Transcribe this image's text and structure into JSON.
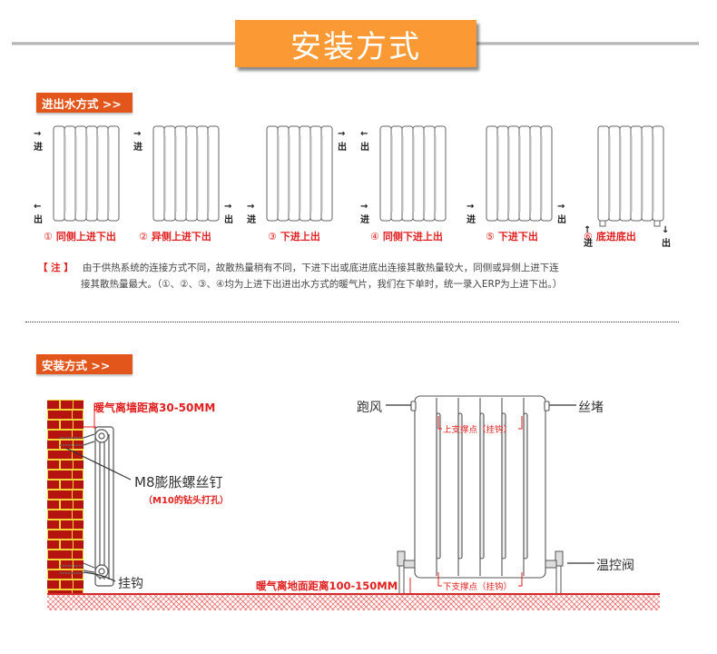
{
  "header": {
    "title": "安装方式"
  },
  "section_flow": {
    "label": "进出水方式 >>",
    "diagrams": [
      {
        "num": "①",
        "caption": "同侧上进下出",
        "in": "进",
        "out": "出",
        "in_pos": "top-left",
        "out_pos": "bottom-left"
      },
      {
        "num": "②",
        "caption": "异侧上进下出",
        "in": "进",
        "out": "出",
        "in_pos": "top-left",
        "out_pos": "bottom-right"
      },
      {
        "num": "③",
        "caption": "下进上出",
        "in": "进",
        "out": "出",
        "in_pos": "bottom-left",
        "out_pos": "top-right"
      },
      {
        "num": "④",
        "caption": "同侧下进上出",
        "in": "进",
        "out": "出",
        "in_pos": "bottom-left",
        "out_pos": "top-left"
      },
      {
        "num": "⑤",
        "caption": "下进下出",
        "in": "进",
        "out": "出",
        "in_pos": "bottom-left",
        "out_pos": "bottom-right"
      },
      {
        "num": "⑥",
        "caption": "底进底出",
        "in": "进",
        "out": "出",
        "in_pos": "under-left",
        "out_pos": "under-right"
      }
    ]
  },
  "note": {
    "tag": "【 注 】",
    "line1": "由于供热系统的连接方式不同，故散热量稍有不同，下进下出或底进底出连接其散热量较大，同侧或异侧上进下连",
    "line2": "接其散热量最大。（①、②、③、④均为上进下出进出水方式的暖气片，我们在下单时，统一录入ERP为上进下出。）"
  },
  "section_install": {
    "label": "安装方式 >>",
    "wall_distance": "暖气离墙距离30-50MM",
    "bolt": "M8膨胀螺丝钉",
    "bolt_note": "（M10的钻头打孔）",
    "hook": "挂钩",
    "air_vent": "跑风",
    "plug": "丝堵",
    "upper_support": "上支撑点（挂钩）",
    "lower_support": "下支撑点（挂钩）",
    "floor_distance": "暖气离地面距离100-150MM",
    "valve": "温控阀"
  },
  "colors": {
    "accent_orange": "#fb9a35",
    "label_orange": "#e2561c",
    "red_text": "#e02020",
    "brick": "#b5130f",
    "mortar": "#f4d23a"
  }
}
